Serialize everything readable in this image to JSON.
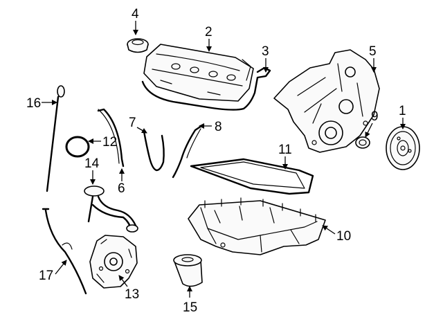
{
  "callouts": [
    {
      "id": "1",
      "text": "1"
    },
    {
      "id": "2",
      "text": "2"
    },
    {
      "id": "3",
      "text": "3"
    },
    {
      "id": "4",
      "text": "4"
    },
    {
      "id": "5",
      "text": "5"
    },
    {
      "id": "6",
      "text": "6"
    },
    {
      "id": "7",
      "text": "7"
    },
    {
      "id": "8",
      "text": "8"
    },
    {
      "id": "9",
      "text": "9"
    },
    {
      "id": "10",
      "text": "10"
    },
    {
      "id": "11",
      "text": "11"
    },
    {
      "id": "12",
      "text": "12"
    },
    {
      "id": "13",
      "text": "13"
    },
    {
      "id": "14",
      "text": "14"
    },
    {
      "id": "15",
      "text": "15"
    },
    {
      "id": "16",
      "text": "16"
    },
    {
      "id": "17",
      "text": "17"
    }
  ],
  "colors": {
    "line": "#000000",
    "background": "#ffffff",
    "part_fill": "#fafafa"
  }
}
